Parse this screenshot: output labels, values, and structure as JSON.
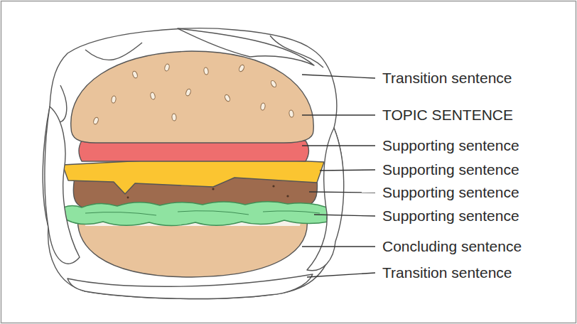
{
  "diagram": {
    "labels": [
      "Transition sentence",
      "TOPIC SENTENCE",
      "Supporting sentence",
      "Supporting sentence",
      "Supporting sentence",
      "Supporting sentence",
      "Concluding sentence",
      "Transition sentence"
    ]
  }
}
